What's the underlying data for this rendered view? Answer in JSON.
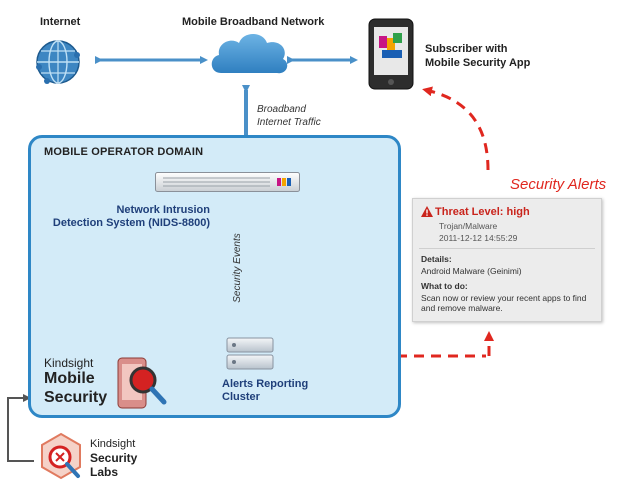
{
  "nodes": {
    "internet": "Internet",
    "mobile_broadband": "Mobile Broadband Network",
    "subscriber_line1": "Subscriber with",
    "subscriber_line2": "Mobile Security App",
    "broadband_line1": "Broadband",
    "broadband_line2": "Internet Traffic",
    "domain_title": "MOBILE OPERATOR DOMAIN",
    "nids_line1": "Network Intrusion",
    "nids_line2": "Detection System (NIDS-8800)",
    "security_events": "Security Events",
    "alerts_line1": "Alerts Reporting",
    "alerts_line2": "Cluster",
    "security_alerts": "Security Alerts"
  },
  "alert_card": {
    "threat_label": "Threat Level: high",
    "type": "Trojan/Malware",
    "timestamp": "2011-12-12 14:55:29",
    "details_heading": "Details:",
    "details_text": "Android Malware (Geinimi)",
    "todo_heading": "What to do:",
    "todo_text": "Scan now or review your recent apps to find and remove malware."
  },
  "brand_mobile": {
    "line1": "Kindsight",
    "line2": "Mobile",
    "line3": "Security"
  },
  "brand_labs": {
    "line1": "Kindsight",
    "line2": "Security",
    "line3": "Labs"
  },
  "colors": {
    "arrow_blue": "#4a90c8",
    "domain_fill": "#d3ebf8",
    "domain_border": "#2e87c6",
    "alert_red": "#e0271f",
    "label_blue": "#1f3f7a"
  }
}
